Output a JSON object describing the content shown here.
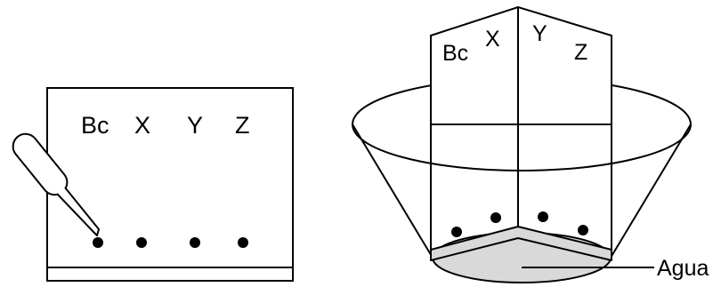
{
  "left_panel": {
    "lane_labels": [
      "Bc",
      "X",
      "Y",
      "Z"
    ]
  },
  "right_panel": {
    "front_left_labels": [
      "Bc",
      "X"
    ],
    "front_right_labels": [
      "Y",
      "Z"
    ],
    "water_label": "Agua",
    "water_fill_color": "#d9d9d9"
  }
}
